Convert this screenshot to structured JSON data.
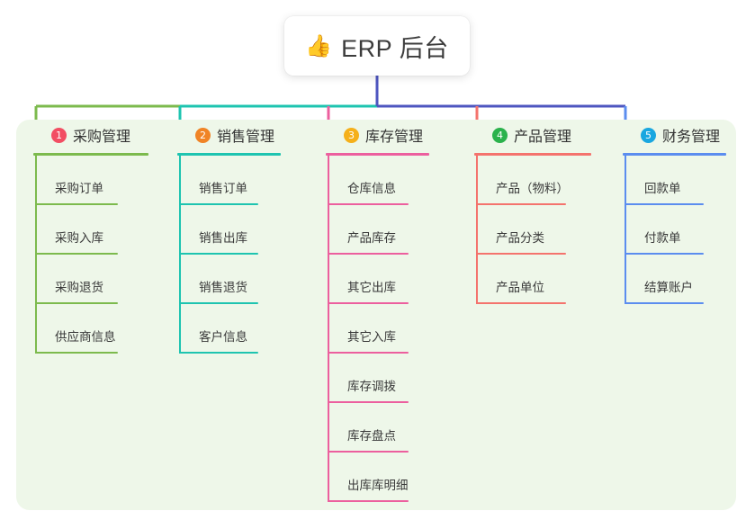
{
  "title": {
    "emoji": "👍",
    "emoji_name": "thumbs-up-emoji",
    "text": "ERP 后台"
  },
  "colors": {
    "panel_background": "#eef7e9",
    "page_background": "#ffffff",
    "trunk_line": "#4e56c0",
    "column_1": "#7cba4d",
    "column_2": "#1ec4b0",
    "column_3": "#ec5f9e",
    "column_4": "#f4736d",
    "column_5": "#5b8def",
    "badge_1": "#f24e63",
    "badge_2": "#f08426",
    "badge_3": "#f5b01a",
    "badge_4": "#2bb24c",
    "badge_5": "#19a7e0"
  },
  "columns": [
    {
      "badge": "1",
      "badge_color": "#f24e63",
      "line_color": "#7cba4d",
      "label": "采购管理",
      "items": [
        "采购订单",
        "采购入库",
        "采购退货",
        "供应商信息"
      ]
    },
    {
      "badge": "2",
      "badge_color": "#f08426",
      "line_color": "#1ec4b0",
      "label": "销售管理",
      "items": [
        "销售订单",
        "销售出库",
        "销售退货",
        "客户信息"
      ]
    },
    {
      "badge": "3",
      "badge_color": "#f5b01a",
      "line_color": "#ec5f9e",
      "label": "库存管理",
      "items": [
        "仓库信息",
        "产品库存",
        "其它出库",
        "其它入库",
        "库存调拨",
        "库存盘点",
        "出库库明细"
      ]
    },
    {
      "badge": "4",
      "badge_color": "#2bb24c",
      "line_color": "#f4736d",
      "label": "产品管理",
      "items": [
        "产品（物料）",
        "产品分类",
        "产品单位"
      ]
    },
    {
      "badge": "5",
      "badge_color": "#19a7e0",
      "line_color": "#5b8def",
      "label": "财务管理",
      "items": [
        "回款单",
        "付款单",
        "结算账户"
      ]
    }
  ]
}
